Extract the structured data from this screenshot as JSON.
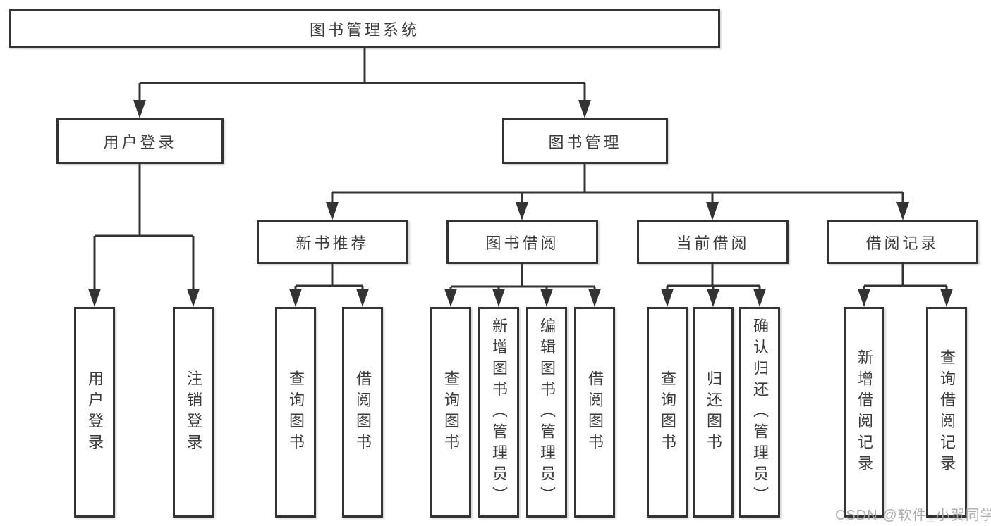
{
  "diagram": {
    "root_label": "图书管理系统",
    "user_branch": {
      "label": "用户登录",
      "children": [
        "用户登录",
        "注销登录"
      ]
    },
    "mgmt_branch": {
      "label": "图书管理",
      "sections": [
        {
          "label": "新书推荐",
          "children": [
            "查询图书",
            "借阅图书"
          ]
        },
        {
          "label": "图书借阅",
          "children": [
            "查询图书",
            "新增图书（管理员）",
            "编辑图书（管理员）",
            "借阅图书"
          ]
        },
        {
          "label": "当前借阅",
          "children": [
            "查询图书",
            "归还图书",
            "确认归还（管理员）"
          ]
        },
        {
          "label": "借阅记录",
          "children": [
            "新增借阅记录",
            "查询借阅记录"
          ]
        }
      ]
    },
    "watermark": "CSDN @软件_小贺同学",
    "colors": {
      "line": "#333333",
      "text": "#3c3c3c",
      "box_background": "#ffffff",
      "watermark": "#a8a8a8",
      "background": "#ffffff"
    }
  }
}
